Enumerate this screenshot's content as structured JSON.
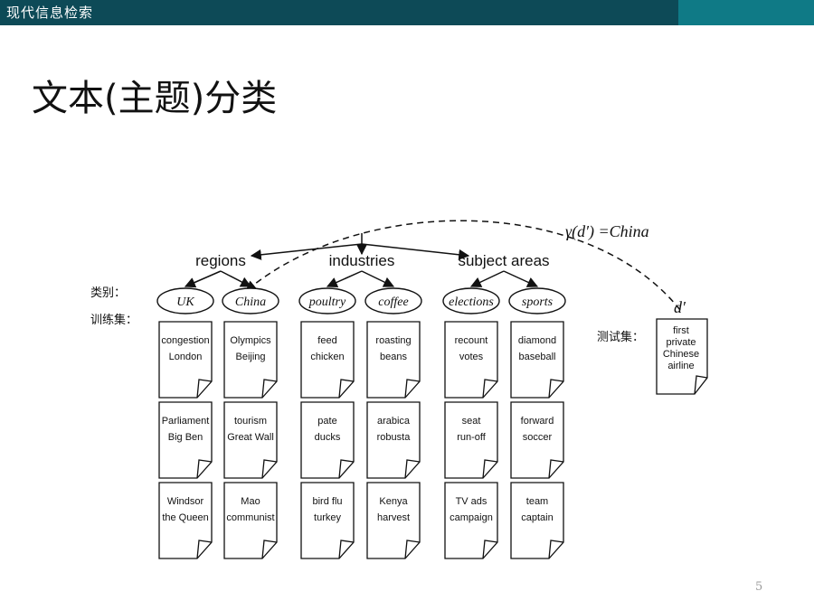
{
  "header": {
    "title": "现代信息检索",
    "bar_color": "#0d4a57",
    "accent_color": "#0f7a86"
  },
  "slide": {
    "title": "文本(主题)分类",
    "page_number": "5"
  },
  "diagram": {
    "classes_label": "类别：",
    "training_label": "训练集：",
    "test_label": "测试集：",
    "formula": "γ(d′) =China",
    "test_doc_name": "d′",
    "test_doc": [
      "first",
      "private",
      "Chinese",
      "airline"
    ],
    "categories": [
      {
        "name": "regions",
        "classes": [
          {
            "name": "UK",
            "docs": [
              [
                "congestion",
                "London"
              ],
              [
                "Parliament",
                "Big Ben"
              ],
              [
                "Windsor",
                "the Queen"
              ]
            ]
          },
          {
            "name": "China",
            "docs": [
              [
                "Olympics",
                "Beijing"
              ],
              [
                "tourism",
                "Great Wall"
              ],
              [
                "Mao",
                "communist"
              ]
            ]
          }
        ]
      },
      {
        "name": "industries",
        "classes": [
          {
            "name": "poultry",
            "docs": [
              [
                "feed",
                "chicken"
              ],
              [
                "pate",
                "ducks"
              ],
              [
                "bird flu",
                "turkey"
              ]
            ]
          },
          {
            "name": "coffee",
            "docs": [
              [
                "roasting",
                "beans"
              ],
              [
                "arabica",
                "robusta"
              ],
              [
                "Kenya",
                "harvest"
              ]
            ]
          }
        ]
      },
      {
        "name": "subject areas",
        "classes": [
          {
            "name": "elections",
            "docs": [
              [
                "recount",
                "votes"
              ],
              [
                "seat",
                "run-off"
              ],
              [
                "TV ads",
                "campaign"
              ]
            ]
          },
          {
            "name": "sports",
            "docs": [
              [
                "diamond",
                "baseball"
              ],
              [
                "forward",
                "soccer"
              ],
              [
                "team",
                "captain"
              ]
            ]
          }
        ]
      }
    ]
  }
}
